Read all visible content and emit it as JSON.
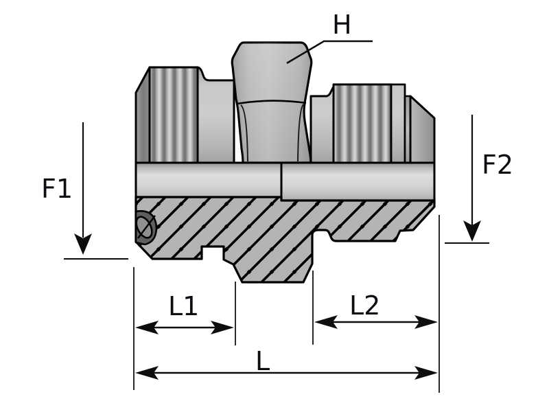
{
  "drawing": {
    "kind": "technical-drawing",
    "subject": "male-male adapter fitting, half-section view",
    "labels": {
      "hex_width": "H",
      "f1": "F1",
      "f2": "F2",
      "l1": "L1",
      "l2": "L2",
      "l": "L"
    },
    "colors": {
      "background": "#ffffff",
      "outline": "#000000",
      "label_text": "#0d0d12",
      "body_gray": "#b5b5b5",
      "hatch_gray": "#b4b4b4",
      "thread_dark": "#6e6e6e",
      "thread_light": "#d8d8d8",
      "seal_dark": "#5e5e5e",
      "seal_ring": "#909090"
    }
  }
}
